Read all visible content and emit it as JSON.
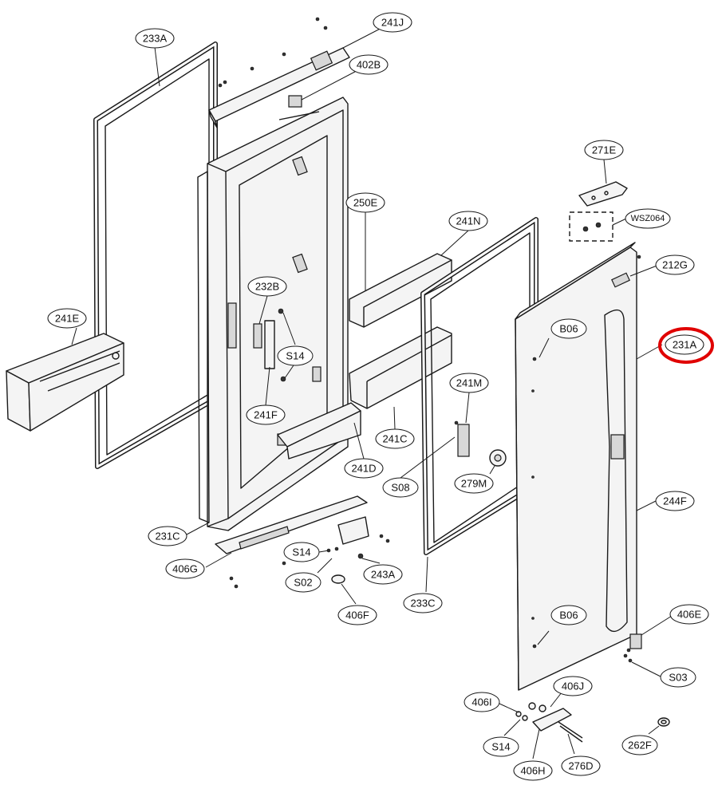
{
  "diagram": {
    "highlight_color": "#e00000",
    "highlighted_part": "231A",
    "callouts": [
      {
        "id": "c-241j",
        "label": "241J"
      },
      {
        "id": "c-233a",
        "label": "233A"
      },
      {
        "id": "c-402b",
        "label": "402B"
      },
      {
        "id": "c-271e",
        "label": "271E"
      },
      {
        "id": "c-wsz064",
        "label": "WSZ064"
      },
      {
        "id": "c-250e",
        "label": "250E"
      },
      {
        "id": "c-241n",
        "label": "241N"
      },
      {
        "id": "c-212g",
        "label": "212G"
      },
      {
        "id": "c-232b",
        "label": "232B"
      },
      {
        "id": "c-241e",
        "label": "241E"
      },
      {
        "id": "c-b06-top",
        "label": "B06"
      },
      {
        "id": "c-231a",
        "label": "231A"
      },
      {
        "id": "c-s14-mid",
        "label": "S14"
      },
      {
        "id": "c-241m",
        "label": "241M"
      },
      {
        "id": "c-241f",
        "label": "241F"
      },
      {
        "id": "c-241c",
        "label": "241C"
      },
      {
        "id": "c-241d",
        "label": "241D"
      },
      {
        "id": "c-s08",
        "label": "S08"
      },
      {
        "id": "c-279m",
        "label": "279M"
      },
      {
        "id": "c-244f",
        "label": "244F"
      },
      {
        "id": "c-231c",
        "label": "231C"
      },
      {
        "id": "c-s14-low",
        "label": "S14"
      },
      {
        "id": "c-406g",
        "label": "406G"
      },
      {
        "id": "c-243a",
        "label": "243A"
      },
      {
        "id": "c-s02",
        "label": "S02"
      },
      {
        "id": "c-233c",
        "label": "233C"
      },
      {
        "id": "c-b06-bottom",
        "label": "B06"
      },
      {
        "id": "c-406e",
        "label": "406E"
      },
      {
        "id": "c-406f",
        "label": "406F"
      },
      {
        "id": "c-s03",
        "label": "S03"
      },
      {
        "id": "c-406j",
        "label": "406J"
      },
      {
        "id": "c-406i",
        "label": "406I"
      },
      {
        "id": "c-262f",
        "label": "262F"
      },
      {
        "id": "c-s14-bottom",
        "label": "S14"
      },
      {
        "id": "c-406h",
        "label": "406H"
      },
      {
        "id": "c-276d",
        "label": "276D"
      }
    ]
  }
}
